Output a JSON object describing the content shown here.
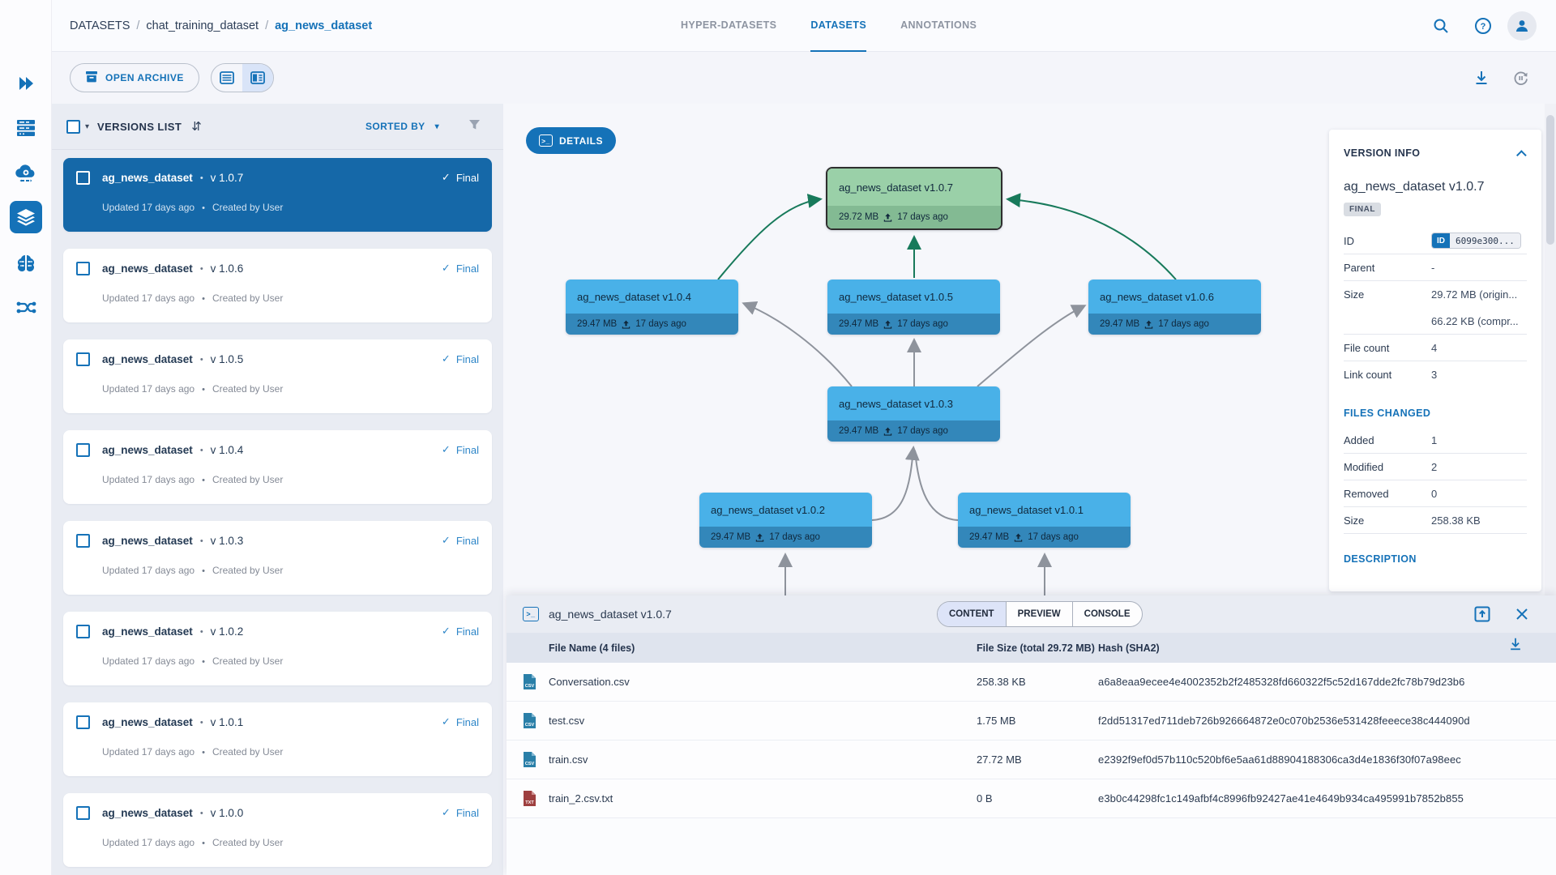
{
  "colors": {
    "accent": "#1572b8",
    "selected_card": "#1568a8",
    "node_blue": "#49b1e8",
    "node_blue_dark": "#3387ba",
    "node_green": "#9ad0a8",
    "node_green_dark": "#83ba93",
    "edge_green": "#187a5b",
    "edge_gray": "#8e939c"
  },
  "header": {
    "breadcrumb": {
      "root": "DATASETS",
      "project": "chat_training_dataset",
      "current": "ag_news_dataset"
    },
    "tabs": [
      {
        "label": "HYPER-DATASETS",
        "active": false
      },
      {
        "label": "DATASETS",
        "active": true
      },
      {
        "label": "ANNOTATIONS",
        "active": false
      }
    ]
  },
  "toolbar": {
    "open_archive": "OPEN ARCHIVE"
  },
  "versions_list": {
    "title": "VERSIONS LIST",
    "sorted_by": "SORTED BY",
    "items": [
      {
        "name": "ag_news_dataset",
        "version": "v 1.0.7",
        "status": "Final",
        "updated": "Updated 17 days ago",
        "created": "Created by User",
        "selected": true
      },
      {
        "name": "ag_news_dataset",
        "version": "v 1.0.6",
        "status": "Final",
        "updated": "Updated 17 days ago",
        "created": "Created by User",
        "selected": false
      },
      {
        "name": "ag_news_dataset",
        "version": "v 1.0.5",
        "status": "Final",
        "updated": "Updated 17 days ago",
        "created": "Created by User",
        "selected": false
      },
      {
        "name": "ag_news_dataset",
        "version": "v 1.0.4",
        "status": "Final",
        "updated": "Updated 17 days ago",
        "created": "Created by User",
        "selected": false
      },
      {
        "name": "ag_news_dataset",
        "version": "v 1.0.3",
        "status": "Final",
        "updated": "Updated 17 days ago",
        "created": "Created by User",
        "selected": false
      },
      {
        "name": "ag_news_dataset",
        "version": "v 1.0.2",
        "status": "Final",
        "updated": "Updated 17 days ago",
        "created": "Created by User",
        "selected": false
      },
      {
        "name": "ag_news_dataset",
        "version": "v 1.0.1",
        "status": "Final",
        "updated": "Updated 17 days ago",
        "created": "Created by User",
        "selected": false
      },
      {
        "name": "ag_news_dataset",
        "version": "v 1.0.0",
        "status": "Final",
        "updated": "Updated 17 days ago",
        "created": "Created by User",
        "selected": false
      }
    ]
  },
  "graph": {
    "details": "DETAILS",
    "nodes": {
      "n107": {
        "label": "ag_news_dataset v1.0.7",
        "size": "29.72 MB",
        "age": "17 days ago"
      },
      "n104": {
        "label": "ag_news_dataset v1.0.4",
        "size": "29.47 MB",
        "age": "17 days ago"
      },
      "n105": {
        "label": "ag_news_dataset v1.0.5",
        "size": "29.47 MB",
        "age": "17 days ago"
      },
      "n106": {
        "label": "ag_news_dataset v1.0.6",
        "size": "29.47 MB",
        "age": "17 days ago"
      },
      "n103": {
        "label": "ag_news_dataset v1.0.3",
        "size": "29.47 MB",
        "age": "17 days ago"
      },
      "n102": {
        "label": "ag_news_dataset v1.0.2",
        "size": "29.47 MB",
        "age": "17 days ago"
      },
      "n101": {
        "label": "ag_news_dataset v1.0.1",
        "size": "29.47 MB",
        "age": "17 days ago"
      }
    }
  },
  "version_info": {
    "title": "VERSION INFO",
    "name": "ag_news_dataset v1.0.7",
    "badge": "FINAL",
    "id_label": "ID",
    "id_chip": "ID",
    "id_value": "6099e300...",
    "parent_label": "Parent",
    "parent_value": "-",
    "size_label": "Size",
    "size_value1": "29.72 MB (origin...",
    "size_value2": "66.22 KB (compr...",
    "file_count_label": "File count",
    "file_count_value": "4",
    "link_count_label": "Link count",
    "link_count_value": "3",
    "files_changed": {
      "title": "FILES CHANGED",
      "added_label": "Added",
      "added": "1",
      "modified_label": "Modified",
      "modified": "2",
      "removed_label": "Removed",
      "removed": "0",
      "size_label": "Size",
      "size": "258.38 KB"
    },
    "description_title": "DESCRIPTION"
  },
  "bottom_panel": {
    "title": "ag_news_dataset v1.0.7",
    "tabs": [
      {
        "label": "CONTENT",
        "active": true
      },
      {
        "label": "PREVIEW",
        "active": false
      },
      {
        "label": "CONSOLE",
        "active": false
      }
    ],
    "table": {
      "col_name": "File Name (4 files)",
      "col_size": "File Size (total 29.72 MB)",
      "col_hash": "Hash (SHA2)",
      "rows": [
        {
          "name": "Conversation.csv",
          "type": "CSV",
          "size": "258.38 KB",
          "hash": "a6a8eaa9ecee4e4002352b2f2485328fd660322f5c52d167dde2fc78b79d23b6"
        },
        {
          "name": "test.csv",
          "type": "CSV",
          "size": "1.75 MB",
          "hash": "f2dd51317ed711deb726b926664872e0c070b2536e531428feeece38c444090d"
        },
        {
          "name": "train.csv",
          "type": "CSV",
          "size": "27.72 MB",
          "hash": "e2392f9ef0d57b110c520bf6e5aa61d88904188306ca3d4e1836f30f07a98eec"
        },
        {
          "name": "train_2.csv.txt",
          "type": "TXT",
          "size": "0 B",
          "hash": "e3b0c44298fc1c149afbf4c8996fb92427ae41e4649b934ca495991b7852b855"
        }
      ]
    }
  }
}
